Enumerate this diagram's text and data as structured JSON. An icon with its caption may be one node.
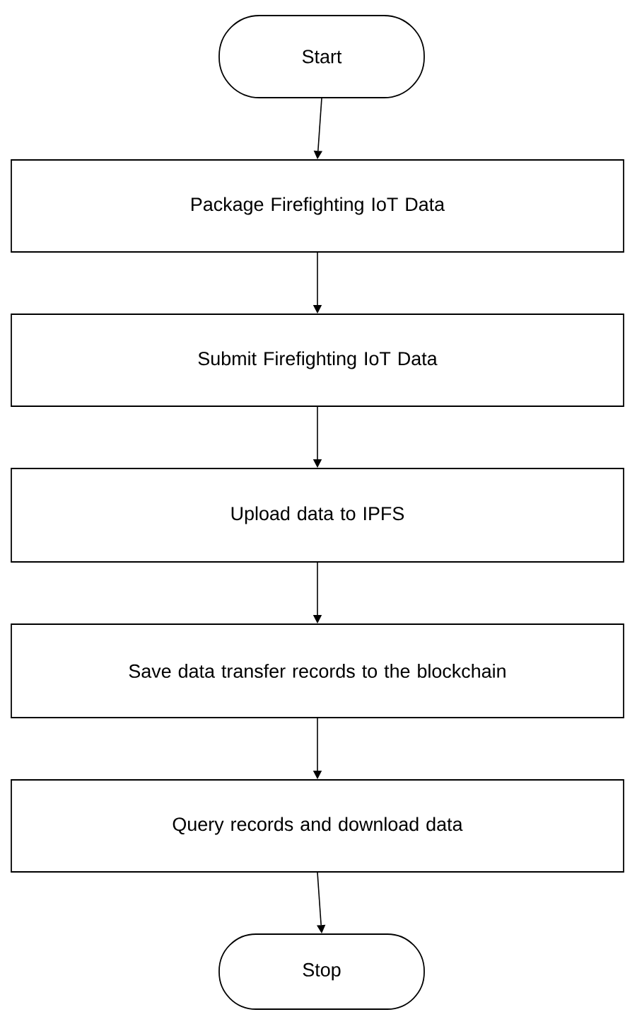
{
  "diagram": {
    "nodes": [
      {
        "text": [
          "Start"
        ]
      },
      {
        "text": [
          "Package Firefighting IoT Data"
        ]
      },
      {
        "text": [
          "Submit Firefighting IoT Data"
        ]
      },
      {
        "text": [
          "Upload data to IPFS"
        ]
      },
      {
        "text": [
          "Save data transfer records to the blockchain"
        ]
      },
      {
        "text": [
          "Query records and download data"
        ]
      },
      {
        "text": [
          "Stop"
        ]
      }
    ],
    "edges": [
      {
        "from": 0,
        "to": 1,
        "arrow": "to"
      },
      {
        "from": 1,
        "to": 2,
        "arrow": "to"
      },
      {
        "from": 2,
        "to": 3,
        "arrow": "to"
      },
      {
        "from": 3,
        "to": 4,
        "arrow": "to"
      },
      {
        "from": 4,
        "to": 5,
        "arrow": "to"
      },
      {
        "from": 5,
        "to": 6,
        "arrow": "to"
      }
    ]
  }
}
